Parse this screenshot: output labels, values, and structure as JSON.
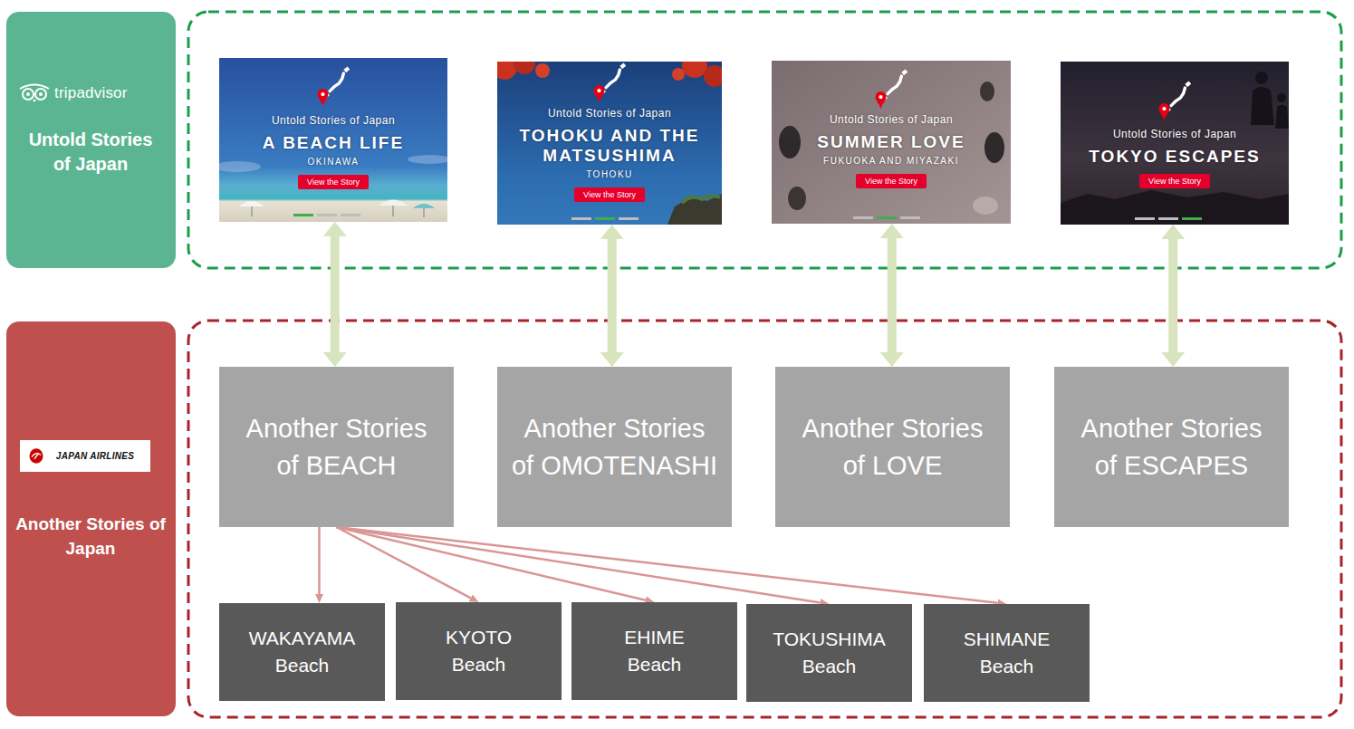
{
  "diagram": {
    "nodes": [
      {
        "text": [
          "tripadvisor",
          "Untold Stories of Japan"
        ]
      },
      {
        "text": [
          "Untold Stories of Japan",
          "A BEACH LIFE",
          "OKINAWA"
        ]
      },
      {
        "text": [
          "View the Story"
        ],
        "in": 1
      },
      {
        "text": [
          "Untold Stories of Japan",
          "TOHOKU AND THE MATSUSHIMA",
          "TOHOKU"
        ]
      },
      {
        "text": [
          "View the Story"
        ],
        "in": 3
      },
      {
        "text": [
          "Untold Stories of Japan",
          "SUMMER LOVE",
          "FUKUOKA AND MIYAZAKI"
        ]
      },
      {
        "text": [
          "View the Story"
        ],
        "in": 5
      },
      {
        "text": [
          "Untold Stories of Japan",
          "TOKYO ESCAPES"
        ]
      },
      {
        "text": [
          "View the Story"
        ],
        "in": 7
      },
      {
        "text": [
          "Another Stories of Japan"
        ]
      },
      {
        "text": [
          "JAPAN AIRLINES"
        ],
        "in": 9
      },
      {
        "text": [
          "Another Stories of BEACH"
        ]
      },
      {
        "text": [
          "Another Stories of OMOTENASHI"
        ]
      },
      {
        "text": [
          "Another Stories of LOVE"
        ]
      },
      {
        "text": [
          "Another Stories of ESCAPES"
        ]
      },
      {
        "text": [
          "WAKAYAMA Beach"
        ]
      },
      {
        "text": [
          "KYOTO Beach"
        ]
      },
      {
        "text": [
          "EHIME Beach"
        ]
      },
      {
        "text": [
          "TOKUSHIMA Beach"
        ]
      },
      {
        "text": [
          "SHIMANE Beach"
        ]
      }
    ],
    "edges": [
      {
        "from": 1,
        "to": 11,
        "arrow": "both"
      },
      {
        "from": 3,
        "to": 12,
        "arrow": "both"
      },
      {
        "from": 5,
        "to": 13,
        "arrow": "both"
      },
      {
        "from": 7,
        "to": 14,
        "arrow": "both"
      },
      {
        "from": 11,
        "to": 15,
        "arrow": "to"
      },
      {
        "from": 11,
        "to": 16,
        "arrow": "to"
      },
      {
        "from": 11,
        "to": 17,
        "arrow": "to"
      },
      {
        "from": 11,
        "to": 18,
        "arrow": "to"
      },
      {
        "from": 11,
        "to": 19,
        "arrow": "to"
      }
    ]
  }
}
